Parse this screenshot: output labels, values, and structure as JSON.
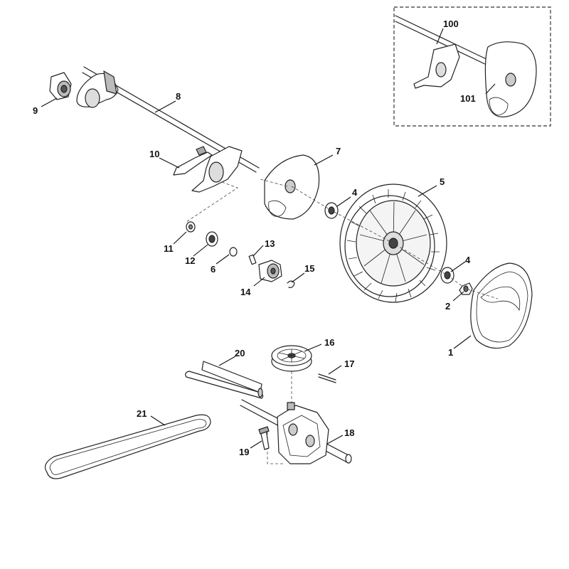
{
  "diagram": {
    "callouts": {
      "c1": "1",
      "c2": "2",
      "c4a": "4",
      "c4b": "4",
      "c5": "5",
      "c6": "6",
      "c7": "7",
      "c8": "8",
      "c9": "9",
      "c10": "10",
      "c11": "11",
      "c12": "12",
      "c13": "13",
      "c14": "14",
      "c15": "15",
      "c16": "16",
      "c17": "17",
      "c18": "18",
      "c19": "19",
      "c20": "20",
      "c21": "21",
      "c100": "100",
      "c101": "101"
    },
    "colors": {
      "line": "#222222",
      "part_fill": "#ffffff",
      "shade": "#dcdcdc",
      "dark": "#555555"
    }
  }
}
